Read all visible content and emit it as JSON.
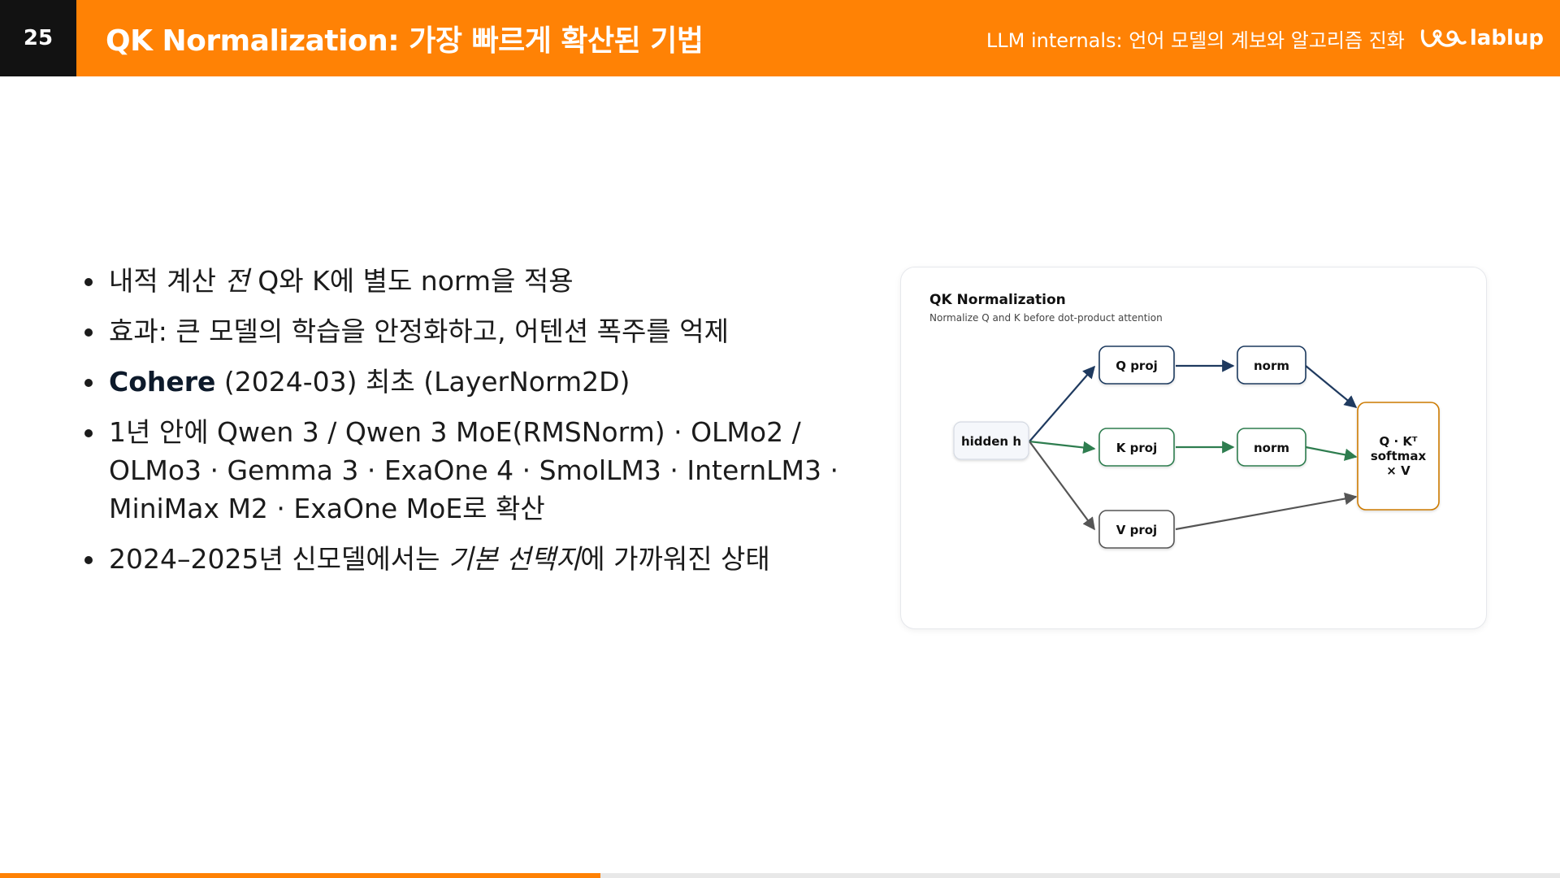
{
  "header": {
    "slide_number": "25",
    "title": "QK Normalization: 가장 빠르게 확산된 기법",
    "deck_title": "LLM internals: 언어 모델의 계보와 알고리즘 진화",
    "logo_text": "lablup",
    "accent_color": "#ff8205"
  },
  "bullets": {
    "b1": {
      "part1": "내적 계산 ",
      "italic": "전",
      "part2": " Q와 K에 별도 norm을 적용"
    },
    "b2": {
      "text": "효과: 큰 모델의 학습을 안정화하고, 어텐션 폭주를 억제"
    },
    "b3": {
      "bold": "Cohere",
      "rest": " (2024-03) 최초 (LayerNorm2D)"
    },
    "b4": {
      "text": "1년 안에 Qwen 3 / Qwen 3 MoE(RMSNorm) · OLMo2 / OLMo3 · Gemma 3 · ExaOne 4 · SmolLM3 · InternLM3 · MiniMax M2 · ExaOne MoE로 확산"
    },
    "b5": {
      "part1": "2024–2025년 신모델에서는 ",
      "italic": "기본 선택지",
      "part2": "에 가까워진 상태"
    }
  },
  "diagram": {
    "title": "QK Normalization",
    "subtitle": "Normalize Q and K before dot-product attention",
    "hidden": "hidden h",
    "q_proj": "Q proj",
    "k_proj": "K proj",
    "v_proj": "V proj",
    "q_norm": "norm",
    "k_norm": "norm",
    "attn_line1": "Q · Kᵀ",
    "attn_line2": "softmax",
    "attn_line3": "× V",
    "colors": {
      "q_path": "#1f3a5f",
      "k_path": "#2e7d4f",
      "v_path": "#555555",
      "attn_border": "#cc7a00"
    }
  },
  "progress": {
    "fraction": 0.385
  }
}
